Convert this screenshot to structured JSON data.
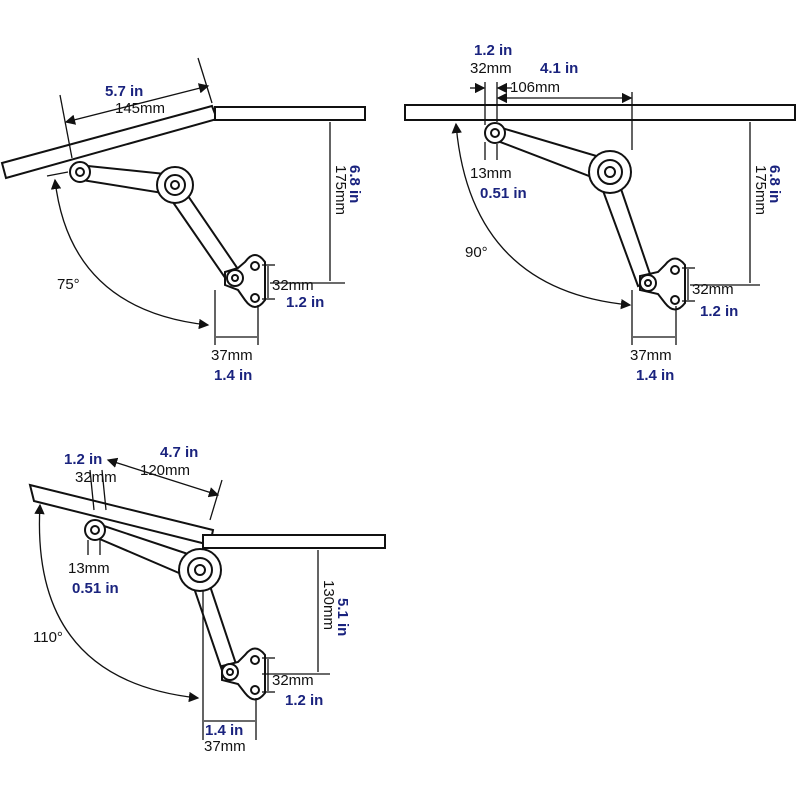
{
  "diagrams": [
    {
      "angle": "75°",
      "lid_length_in": "5.7 in",
      "lid_length_mm": "145mm",
      "height_mm": "175mm",
      "height_in": "6.8 in",
      "bracket_mm": "32mm",
      "bracket_in": "1.2 in",
      "offset_mm": "37mm",
      "offset_in": "1.4 in"
    },
    {
      "angle": "90°",
      "pivot_spacing_in": "1.2 in",
      "pivot_spacing_mm": "32mm",
      "arm_length_in": "4.1 in",
      "arm_length_mm": "106mm",
      "pivot_offset_mm": "13mm",
      "pivot_offset_in": "0.51 in",
      "height_mm": "175mm",
      "height_in": "6.8 in",
      "bracket_mm": "32mm",
      "bracket_in": "1.2 in",
      "offset_mm": "37mm",
      "offset_in": "1.4 in"
    },
    {
      "angle": "110°",
      "pivot_spacing_in": "1.2 in",
      "pivot_spacing_mm": "32mm",
      "arm_length_in": "4.7 in",
      "arm_length_mm": "120mm",
      "pivot_offset_mm": "13mm",
      "pivot_offset_in": "0.51 in",
      "height_mm": "130mm",
      "height_in": "5.1 in",
      "bracket_mm": "32mm",
      "bracket_in": "1.2 in",
      "offset_in": "1.4 in",
      "offset_mm": "37mm"
    }
  ],
  "colors": {
    "imperial": "#1a237e",
    "metric": "#111111"
  }
}
